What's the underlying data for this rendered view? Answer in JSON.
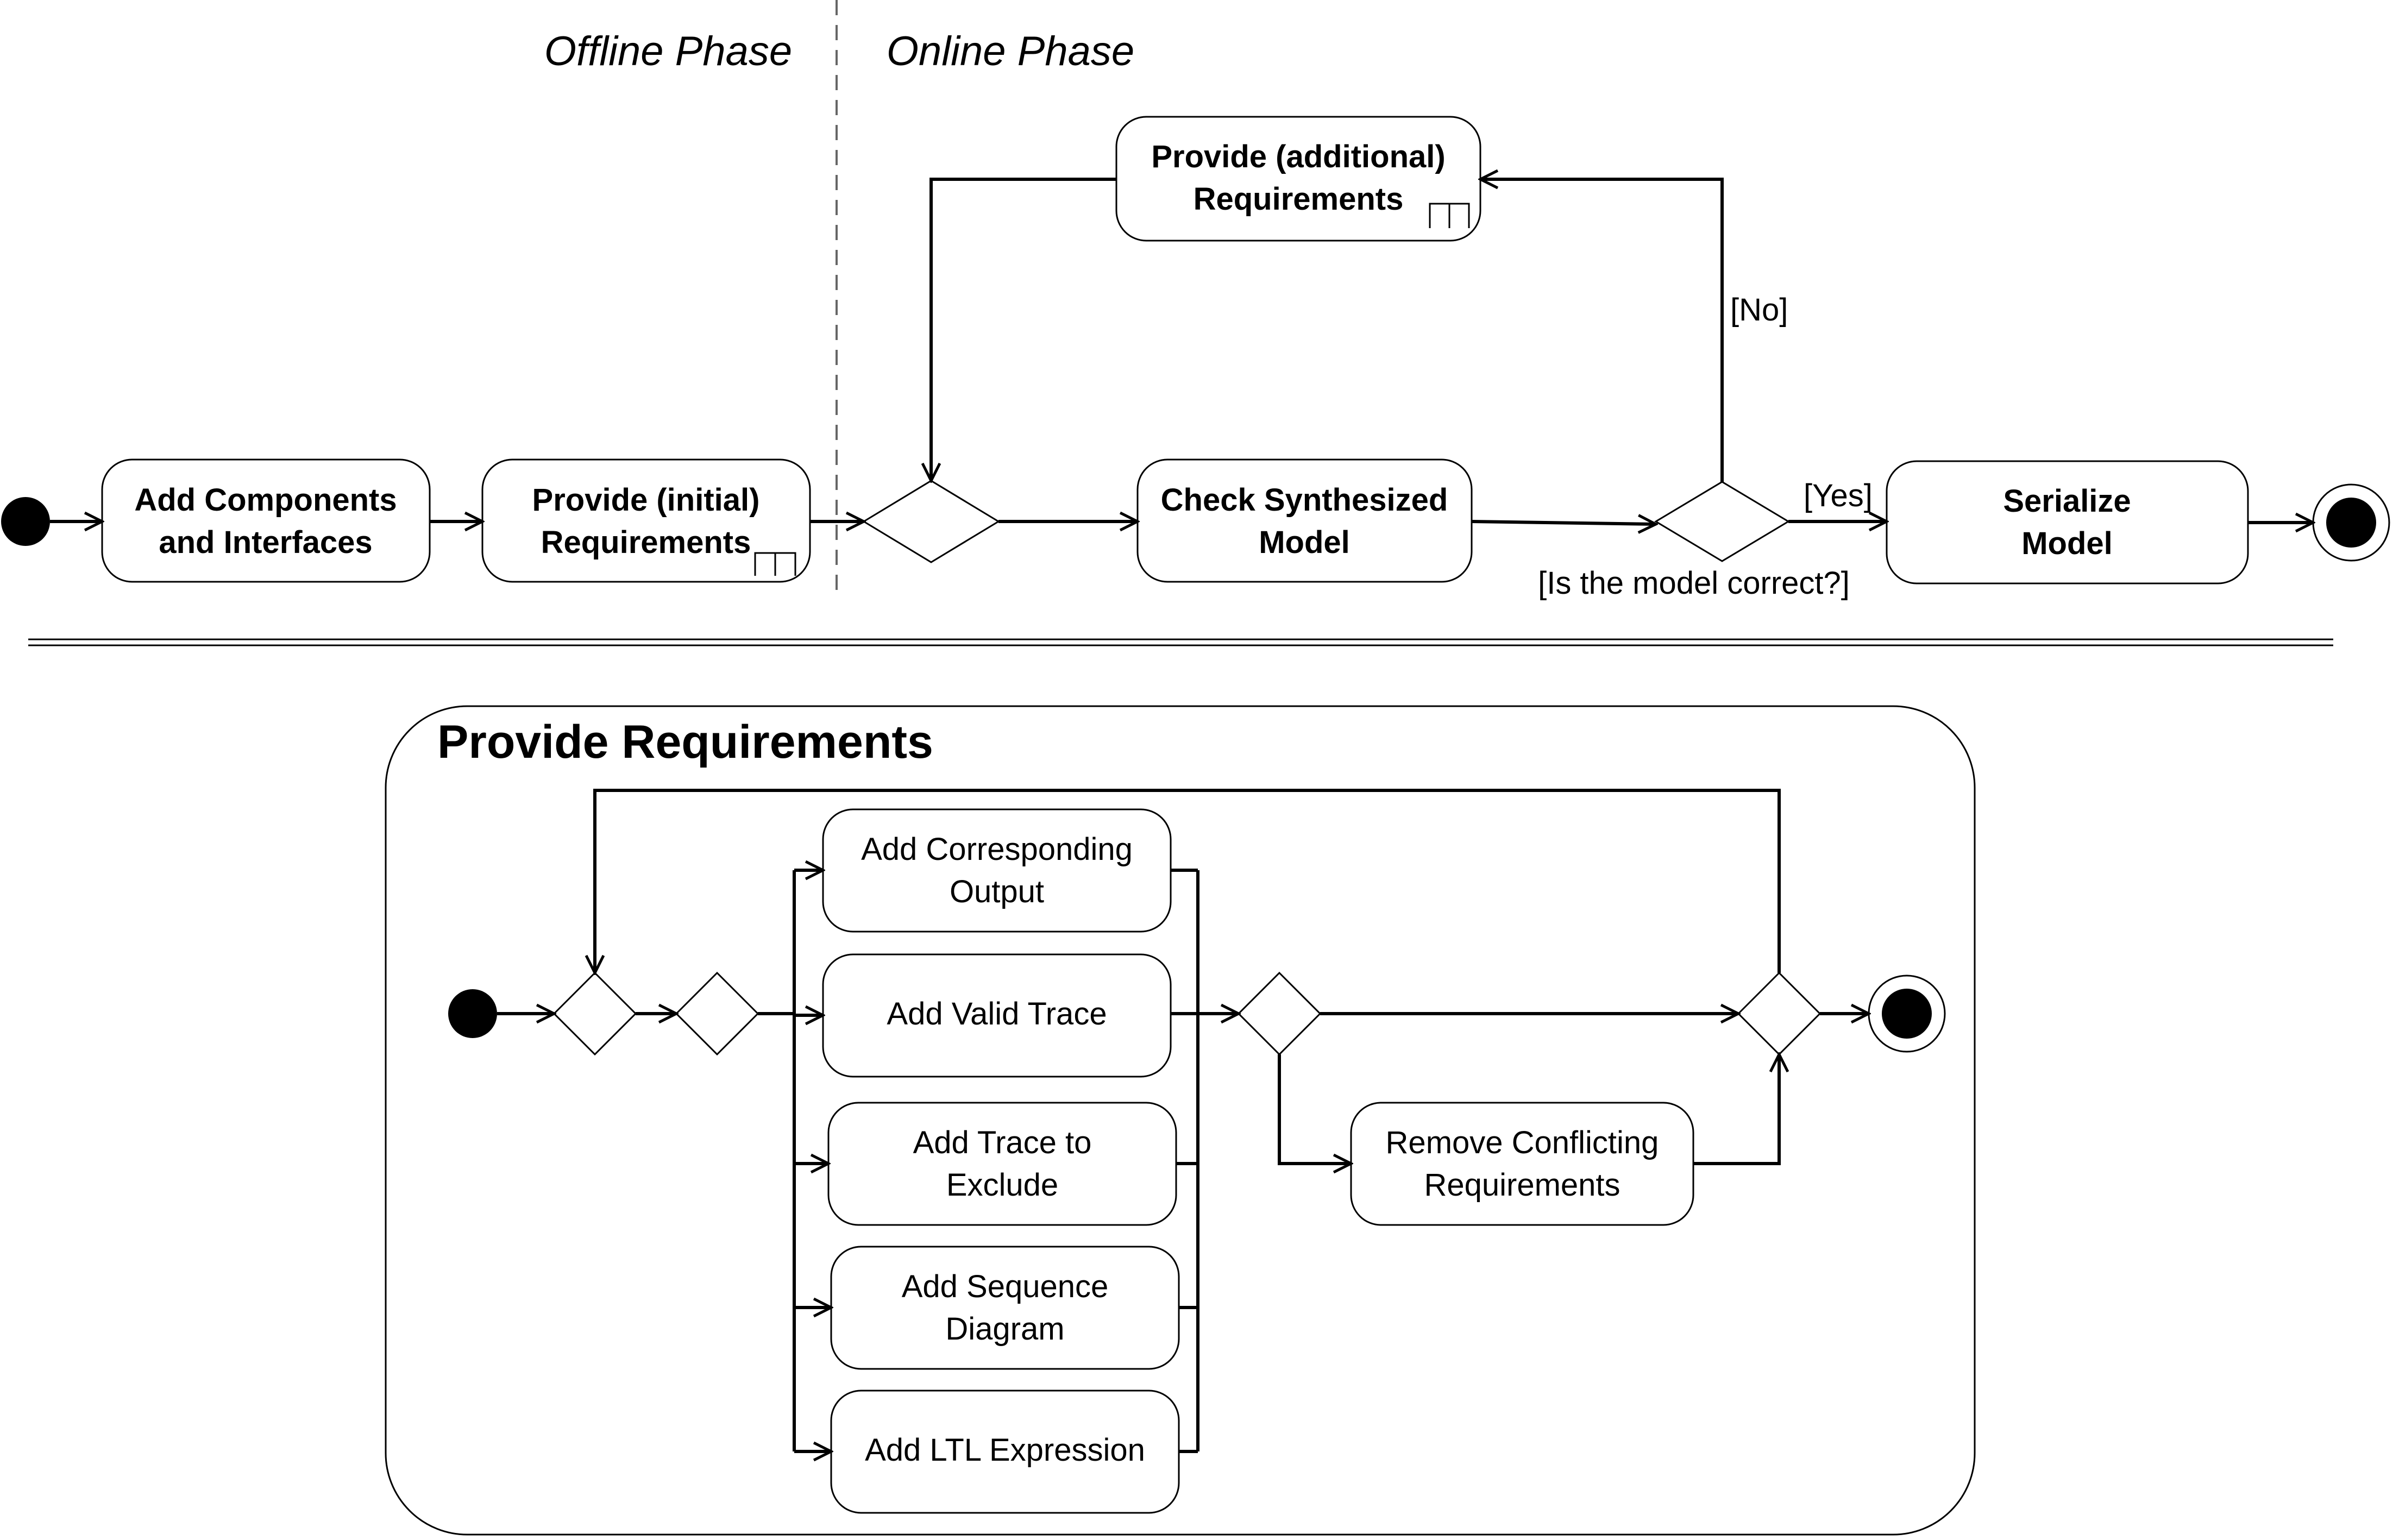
{
  "phases": {
    "offline": "Offline Phase",
    "online": "Online Phase"
  },
  "top_activities": {
    "add_components": [
      "Add Components",
      "and Interfaces"
    ],
    "provide_initial": [
      "Provide (initial)",
      "Requirements"
    ],
    "provide_additional": [
      "Provide (additional)",
      "Requirements"
    ],
    "check_model": [
      "Check Synthesized",
      "Model"
    ],
    "serialize": [
      "Serialize",
      "Model"
    ]
  },
  "guards": {
    "no": "[No]",
    "yes": "[Yes]",
    "decision": "[Is the model correct?]"
  },
  "subactivity": {
    "title": "Provide Requirements",
    "actions": {
      "corresponding_output": [
        "Add Corresponding",
        "Output"
      ],
      "valid_trace": [
        "Add Valid Trace"
      ],
      "trace_exclude": [
        "Add Trace to",
        "Exclude"
      ],
      "sequence_diagram": [
        "Add Sequence",
        "Diagram"
      ],
      "ltl_expression": [
        "Add LTL Expression"
      ],
      "remove_conflicting": [
        "Remove Conflicting",
        "Requirements"
      ]
    }
  },
  "colors": {
    "stroke": "#000000",
    "fill": "#ffffff",
    "dashed_divider": "#666666"
  }
}
